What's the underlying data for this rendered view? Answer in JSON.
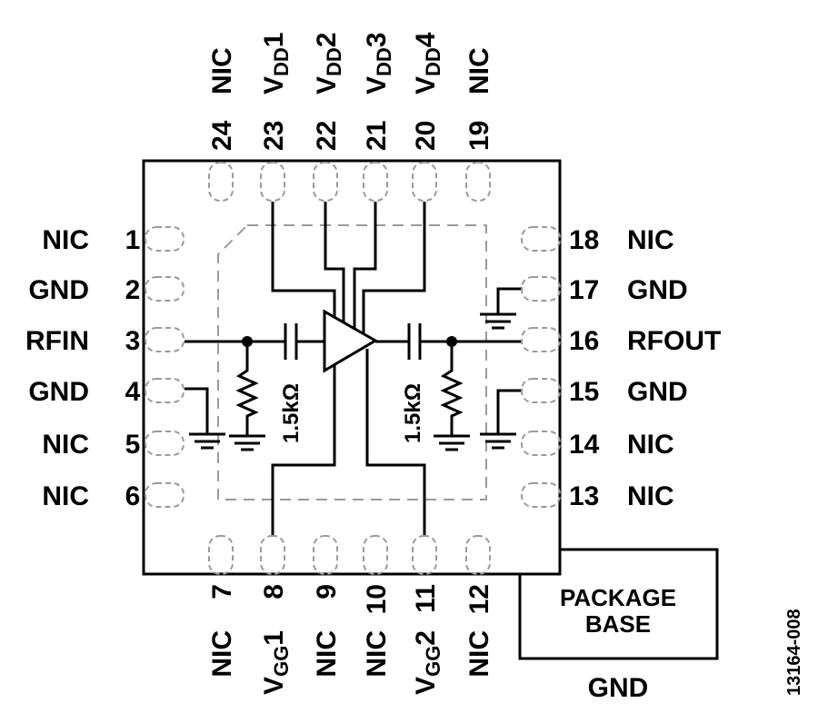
{
  "pins_left": [
    {
      "num": "1",
      "name": "NIC"
    },
    {
      "num": "2",
      "name": "GND"
    },
    {
      "num": "3",
      "name": "RFIN"
    },
    {
      "num": "4",
      "name": "GND"
    },
    {
      "num": "5",
      "name": "NIC"
    },
    {
      "num": "6",
      "name": "NIC"
    }
  ],
  "pins_right": [
    {
      "num": "18",
      "name": "NIC"
    },
    {
      "num": "17",
      "name": "GND"
    },
    {
      "num": "16",
      "name": "RFOUT"
    },
    {
      "num": "15",
      "name": "GND"
    },
    {
      "num": "14",
      "name": "NIC"
    },
    {
      "num": "13",
      "name": "NIC"
    }
  ],
  "pins_top": [
    {
      "num": "24",
      "name": "NIC"
    },
    {
      "num": "23",
      "name": "V",
      "sub": "DD",
      "suffix": "1"
    },
    {
      "num": "22",
      "name": "V",
      "sub": "DD",
      "suffix": "2"
    },
    {
      "num": "21",
      "name": "V",
      "sub": "DD",
      "suffix": "3"
    },
    {
      "num": "20",
      "name": "V",
      "sub": "DD",
      "suffix": "4"
    },
    {
      "num": "19",
      "name": "NIC"
    }
  ],
  "pins_bottom": [
    {
      "num": "7",
      "name": "NIC"
    },
    {
      "num": "8",
      "name": "V",
      "sub": "GG",
      "suffix": "1"
    },
    {
      "num": "9",
      "name": "NIC"
    },
    {
      "num": "10",
      "name": "NIC"
    },
    {
      "num": "11",
      "name": "V",
      "sub": "GG",
      "suffix": "2"
    },
    {
      "num": "12",
      "name": "NIC"
    }
  ],
  "resistor_left": "1.5kΩ",
  "resistor_right": "1.5kΩ",
  "package_base": {
    "line1": "PACKAGE",
    "line2": "BASE",
    "label": "GND"
  },
  "figure_id": "13164-008"
}
